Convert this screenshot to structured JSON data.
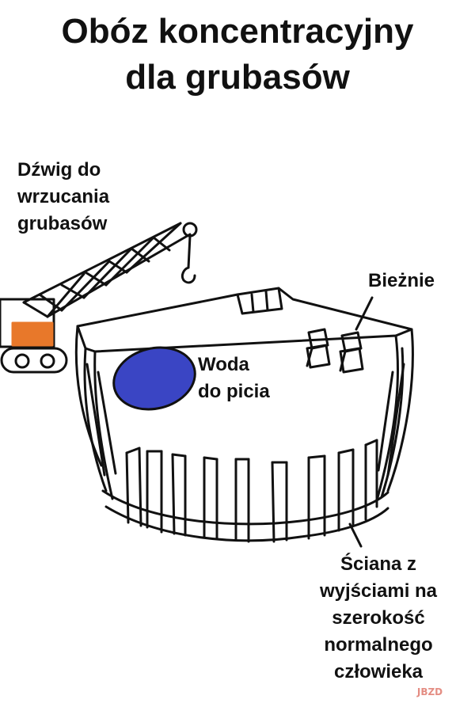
{
  "title": {
    "line1": "Obóz koncentracyjny",
    "line2": "dla grubasów"
  },
  "labels": {
    "crane": [
      "Dźwig do",
      "wrzucania",
      "grubasów"
    ],
    "treadmills": "Bieżnie",
    "water": [
      "Woda",
      "do picia"
    ],
    "wall": [
      "Ściana z",
      "wyjściami na",
      "szerokość",
      "normalnego",
      "człowieka"
    ]
  },
  "watermark": "JBZD",
  "colors": {
    "ink": "#111111",
    "crane_body": "#e8782a",
    "water": "#3a45c4",
    "watermark": "#e07a6e"
  },
  "icons": [
    "crane-icon",
    "treadmill-icon",
    "water-pond-icon",
    "camp-wall-icon"
  ]
}
